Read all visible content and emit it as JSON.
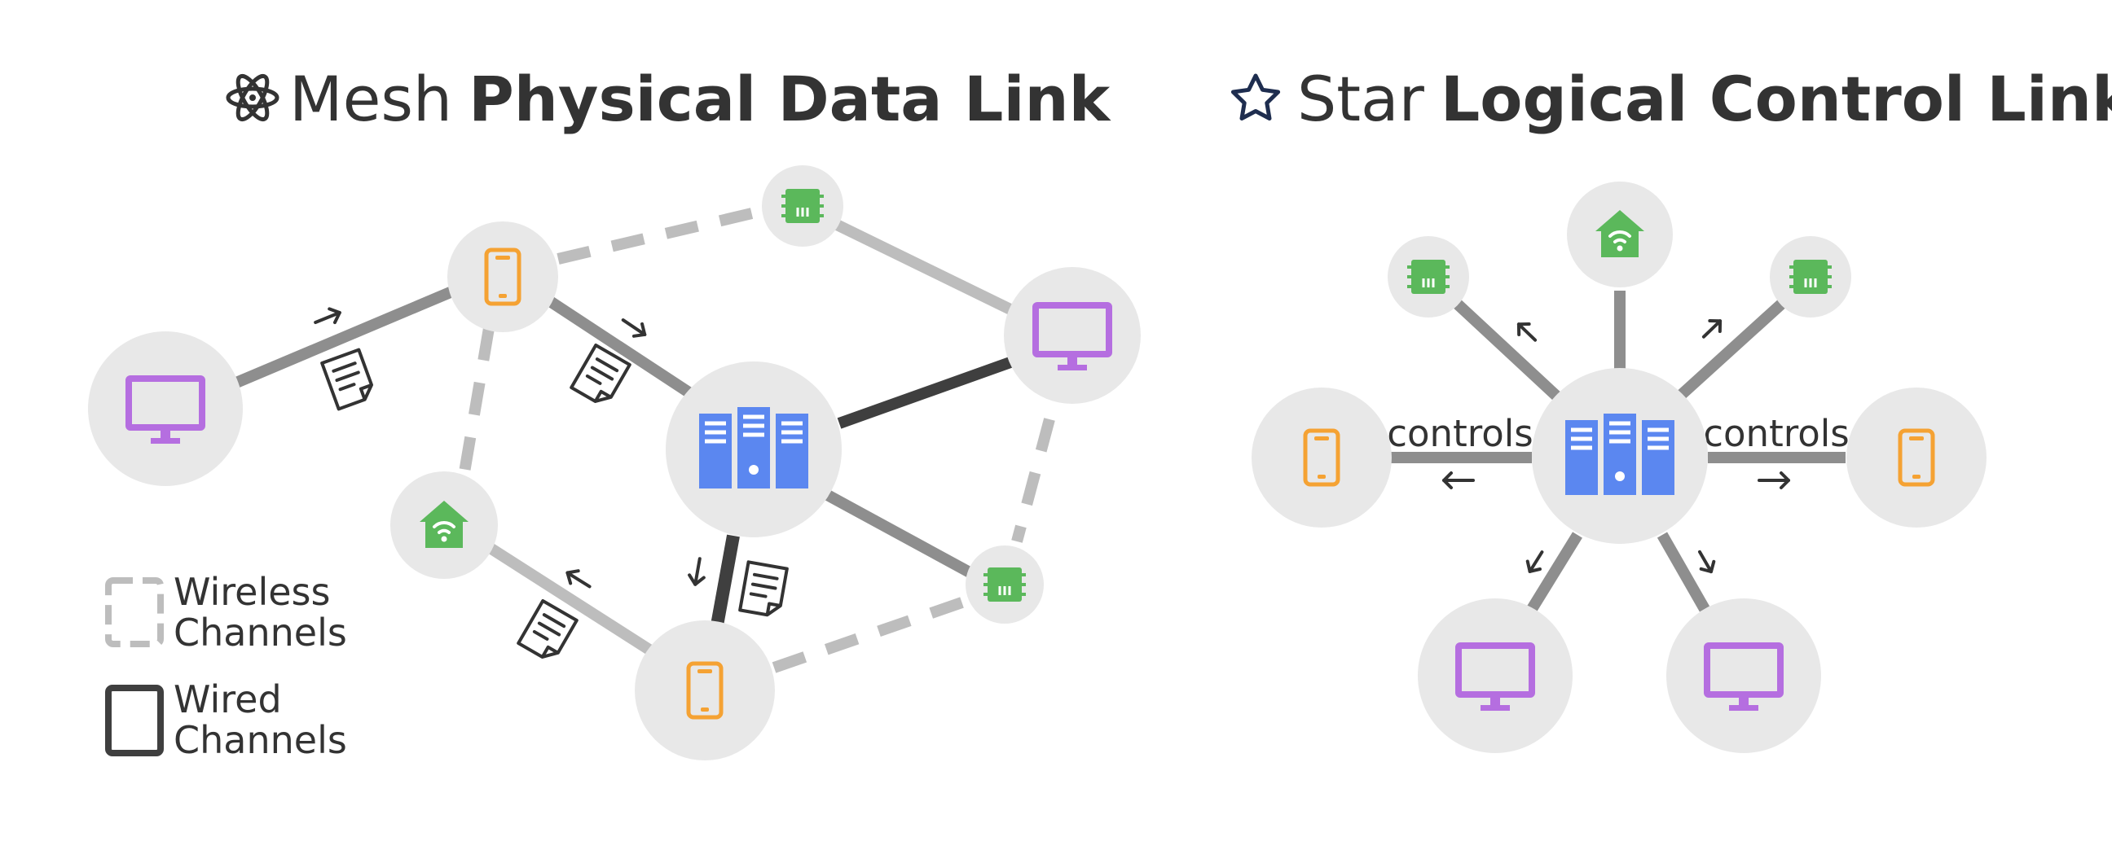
{
  "colors": {
    "node_fill": "#e8e8e8",
    "server": "#5b87f0",
    "monitor": "#b56ee0",
    "phone": "#f5a233",
    "chip": "#5bb85b",
    "home": "#5bb85b",
    "wireless_line": "#bdbdbd",
    "wired_light": "#bdbdbd",
    "wired_mid": "#8e8e8e",
    "wired_dark": "#3f3f3f",
    "text": "#333333",
    "star_icon": "#1e2d4f"
  },
  "mesh": {
    "title_light": "Mesh",
    "title_bold": "Physical Data Link",
    "title_icon": "atom-icon",
    "nodes": [
      {
        "id": "monitor-left",
        "type": "monitor"
      },
      {
        "id": "phone-top",
        "type": "phone"
      },
      {
        "id": "chip-top",
        "type": "chip"
      },
      {
        "id": "monitor-right",
        "type": "monitor"
      },
      {
        "id": "server-center",
        "type": "server"
      },
      {
        "id": "home-left",
        "type": "home"
      },
      {
        "id": "chip-bottom",
        "type": "chip"
      },
      {
        "id": "phone-bottom",
        "type": "phone"
      }
    ]
  },
  "star": {
    "title_light": "Star",
    "title_bold": "Logical Control Link",
    "title_icon": "star-outline-icon",
    "label_left": "controls",
    "label_right": "controls",
    "nodes": [
      {
        "id": "server-hub",
        "type": "server"
      },
      {
        "id": "home-top",
        "type": "home"
      },
      {
        "id": "chip-top-left",
        "type": "chip"
      },
      {
        "id": "chip-top-right",
        "type": "chip"
      },
      {
        "id": "phone-left",
        "type": "phone"
      },
      {
        "id": "phone-right",
        "type": "phone"
      },
      {
        "id": "monitor-bottom-left",
        "type": "monitor"
      },
      {
        "id": "monitor-bottom-right",
        "type": "monitor"
      }
    ]
  },
  "legend": {
    "wireless_line1": "Wireless",
    "wireless_line2": "Channels",
    "wired_line1": "Wired",
    "wired_line2": "Channels"
  }
}
